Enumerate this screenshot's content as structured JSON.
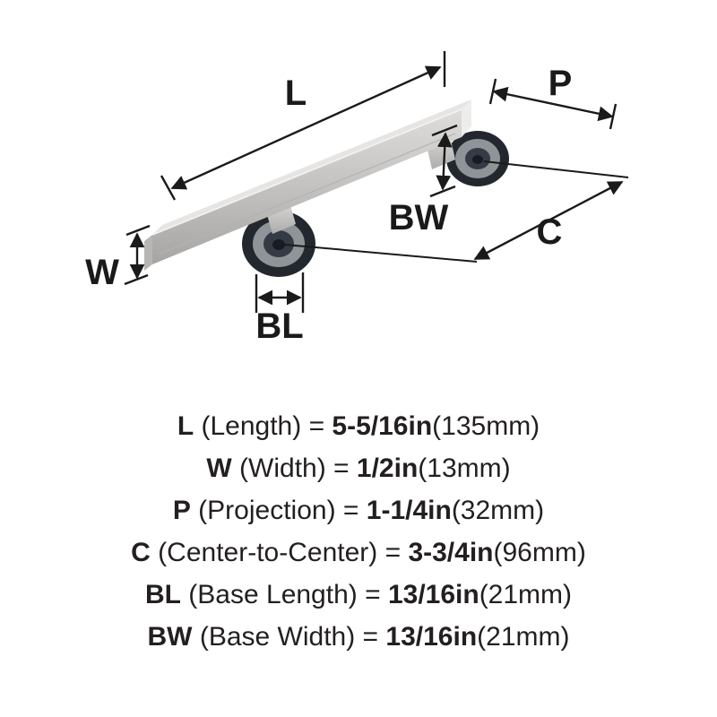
{
  "diagram": {
    "dim_labels": {
      "L": "L",
      "W": "W",
      "P": "P",
      "C": "C",
      "BL": "BL",
      "BW": "BW"
    },
    "colors": {
      "line": "#1a1a1a",
      "base_dark": "#23282f",
      "base_ring": "#8f9499",
      "base_inner": "#353b44",
      "base_dot": "#171c22",
      "metal_top": "#e6e5e3"
    }
  },
  "specs": [
    {
      "label": "L",
      "rest": " (Length) = ",
      "value": "5-5/16in",
      "metric": "(135mm)"
    },
    {
      "label": "W",
      "rest": " (Width) = ",
      "value": "1/2in",
      "metric": "(13mm)"
    },
    {
      "label": "P",
      "rest": " (Projection) = ",
      "value": "1-1/4in",
      "metric": "(32mm)"
    },
    {
      "label": "C",
      "rest": " (Center-to-Center) = ",
      "value": "3-3/4in",
      "metric": "(96mm)"
    },
    {
      "label": "BL",
      "rest": " (Base Length) = ",
      "value": "13/16in",
      "metric": "(21mm)"
    },
    {
      "label": "BW",
      "rest": " (Base Width) = ",
      "value": "13/16in",
      "metric": "(21mm)"
    }
  ]
}
